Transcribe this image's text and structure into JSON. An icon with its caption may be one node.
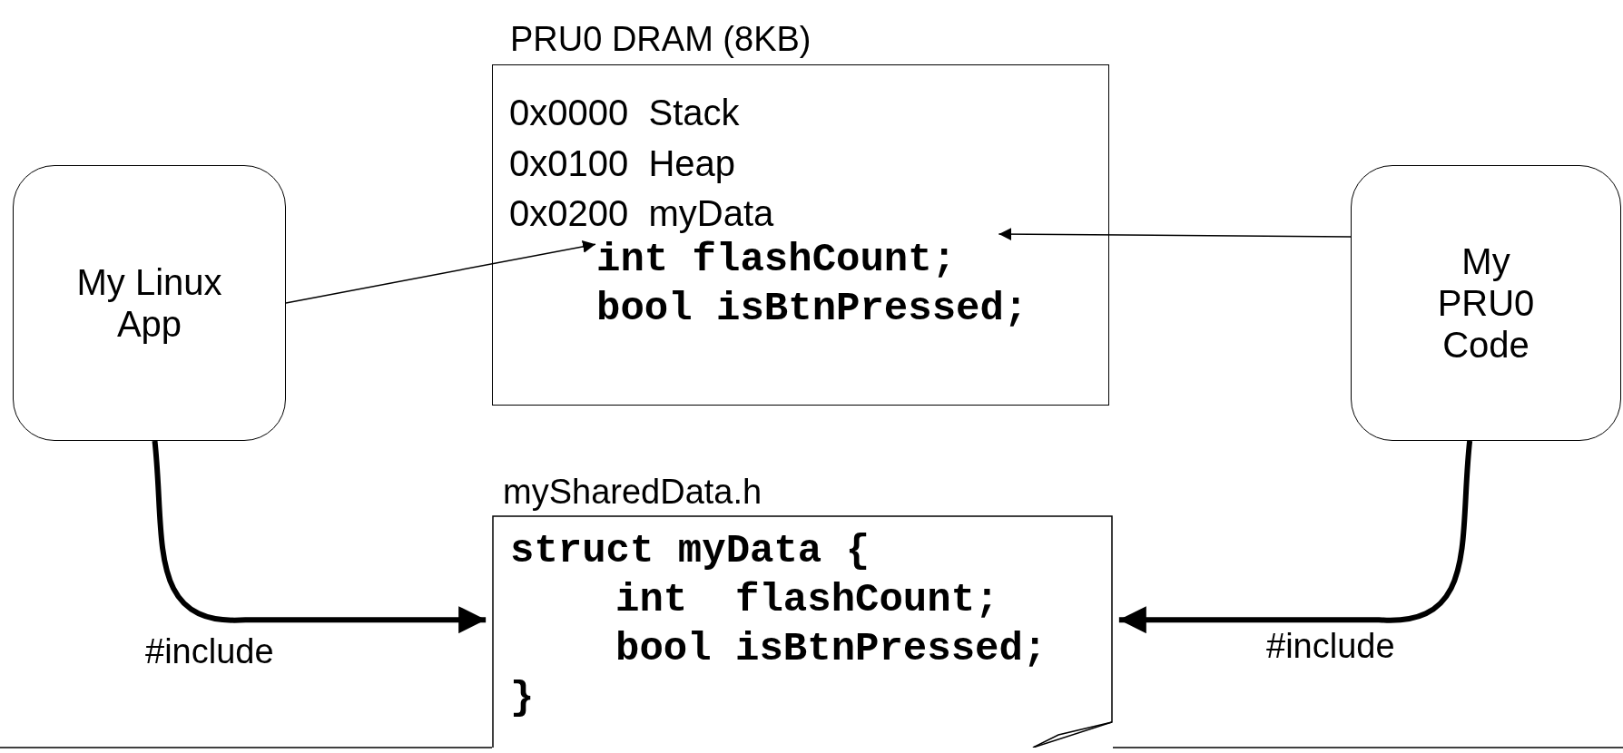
{
  "diagram": {
    "nodes": [
      {
        "text": [
          "My Linux App"
        ]
      },
      {
        "text": [
          "PRU0 DRAM (8KB)",
          "0x0000  Stack",
          "0x0100  Heap",
          "0x0200  myData"
        ]
      },
      {
        "text": [
          "int flashCount;",
          "bool isBtnPressed;"
        ],
        "in": 1
      },
      {
        "text": [
          "My PRU0 Code"
        ]
      },
      {
        "text": [
          "mySharedData.h",
          "struct myData {",
          "int  flashCount;",
          "bool isBtnPressed;",
          "}"
        ]
      }
    ],
    "edges": [
      {
        "from": 0,
        "to": 2,
        "arrow": "to"
      },
      {
        "from": 3,
        "to": 2,
        "arrow": "to"
      },
      {
        "from": 0,
        "to": 4,
        "arrow": "to",
        "label": "#include",
        "style": "thick"
      },
      {
        "from": 3,
        "to": 4,
        "arrow": "to",
        "label": "#include",
        "style": "thick"
      }
    ]
  }
}
